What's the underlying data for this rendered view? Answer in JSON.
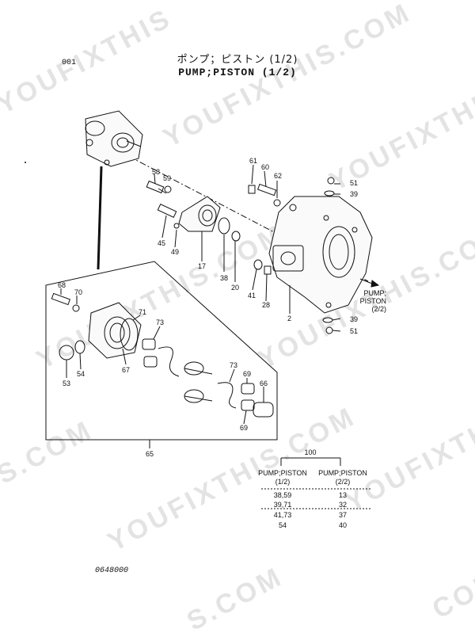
{
  "page_number": "001",
  "title_jp": "ポンプ；ピストン (1/2)",
  "title_en": "PUMP;PISTON (1/2)",
  "watermarks": [
    "YOUFIXTHIS.COM",
    "YOUFIXTHIS.COM",
    "YOUFIXTHIS.COM",
    "YOUFIXTHIS.COM",
    "YOUFIXTHIS.COM",
    "YOUFIXTHIS",
    "YOUFIXTHIS",
    "S.COM",
    "S.COM",
    "COM"
  ],
  "callouts": [
    "61",
    "60",
    "62",
    "58",
    "59",
    "51",
    "39",
    "45",
    "49",
    "17",
    "38",
    "20",
    "41",
    "28",
    "2",
    "68",
    "70",
    "71",
    "73",
    "39",
    "51",
    "53",
    "54",
    "67",
    "73",
    "69",
    "66",
    "69",
    "65"
  ],
  "reference_label": "PUMP;\nPISTON\n(2/2)",
  "table": {
    "group_label": "100",
    "headers": [
      "PUMP;PISTON\n(1/2)",
      "PUMP;PISTON\n(2/2)"
    ],
    "rows": [
      [
        "38,59",
        "13"
      ],
      [
        "39,71",
        "32"
      ],
      [
        "41,73",
        "37"
      ],
      [
        "54",
        "40"
      ]
    ]
  },
  "figure_id": "0648000"
}
